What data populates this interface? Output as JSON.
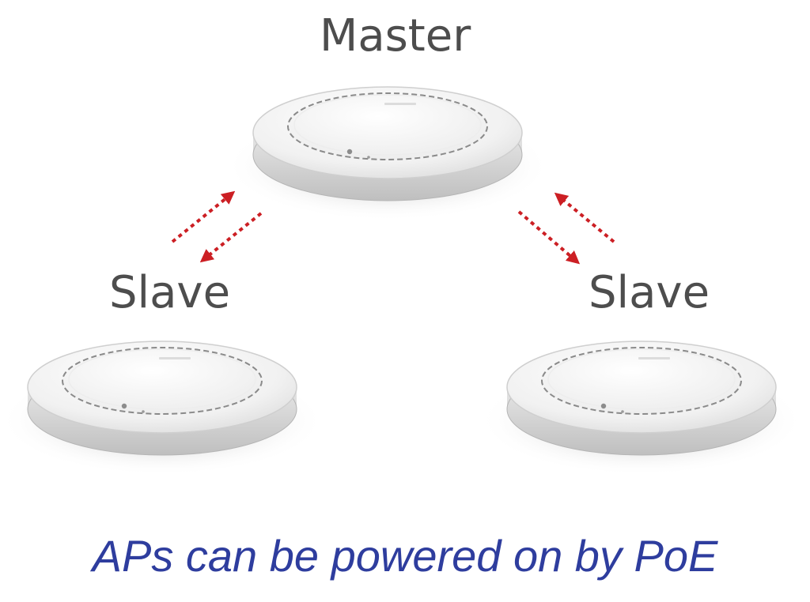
{
  "diagram": {
    "nodes": {
      "master": {
        "label": "Master"
      },
      "slave_left": {
        "label": "Slave"
      },
      "slave_right": {
        "label": "Slave"
      }
    },
    "caption": "APs can be powered on by PoE",
    "colors": {
      "arrow": "#cc1f24",
      "caption": "#2e3d9e",
      "label": "#4d4d4d",
      "device_top": "#f7f7f7",
      "device_side": "#d2d2d2"
    },
    "icons": [
      "ceiling-access-point-icon",
      "dashed-arrow-icon"
    ]
  }
}
